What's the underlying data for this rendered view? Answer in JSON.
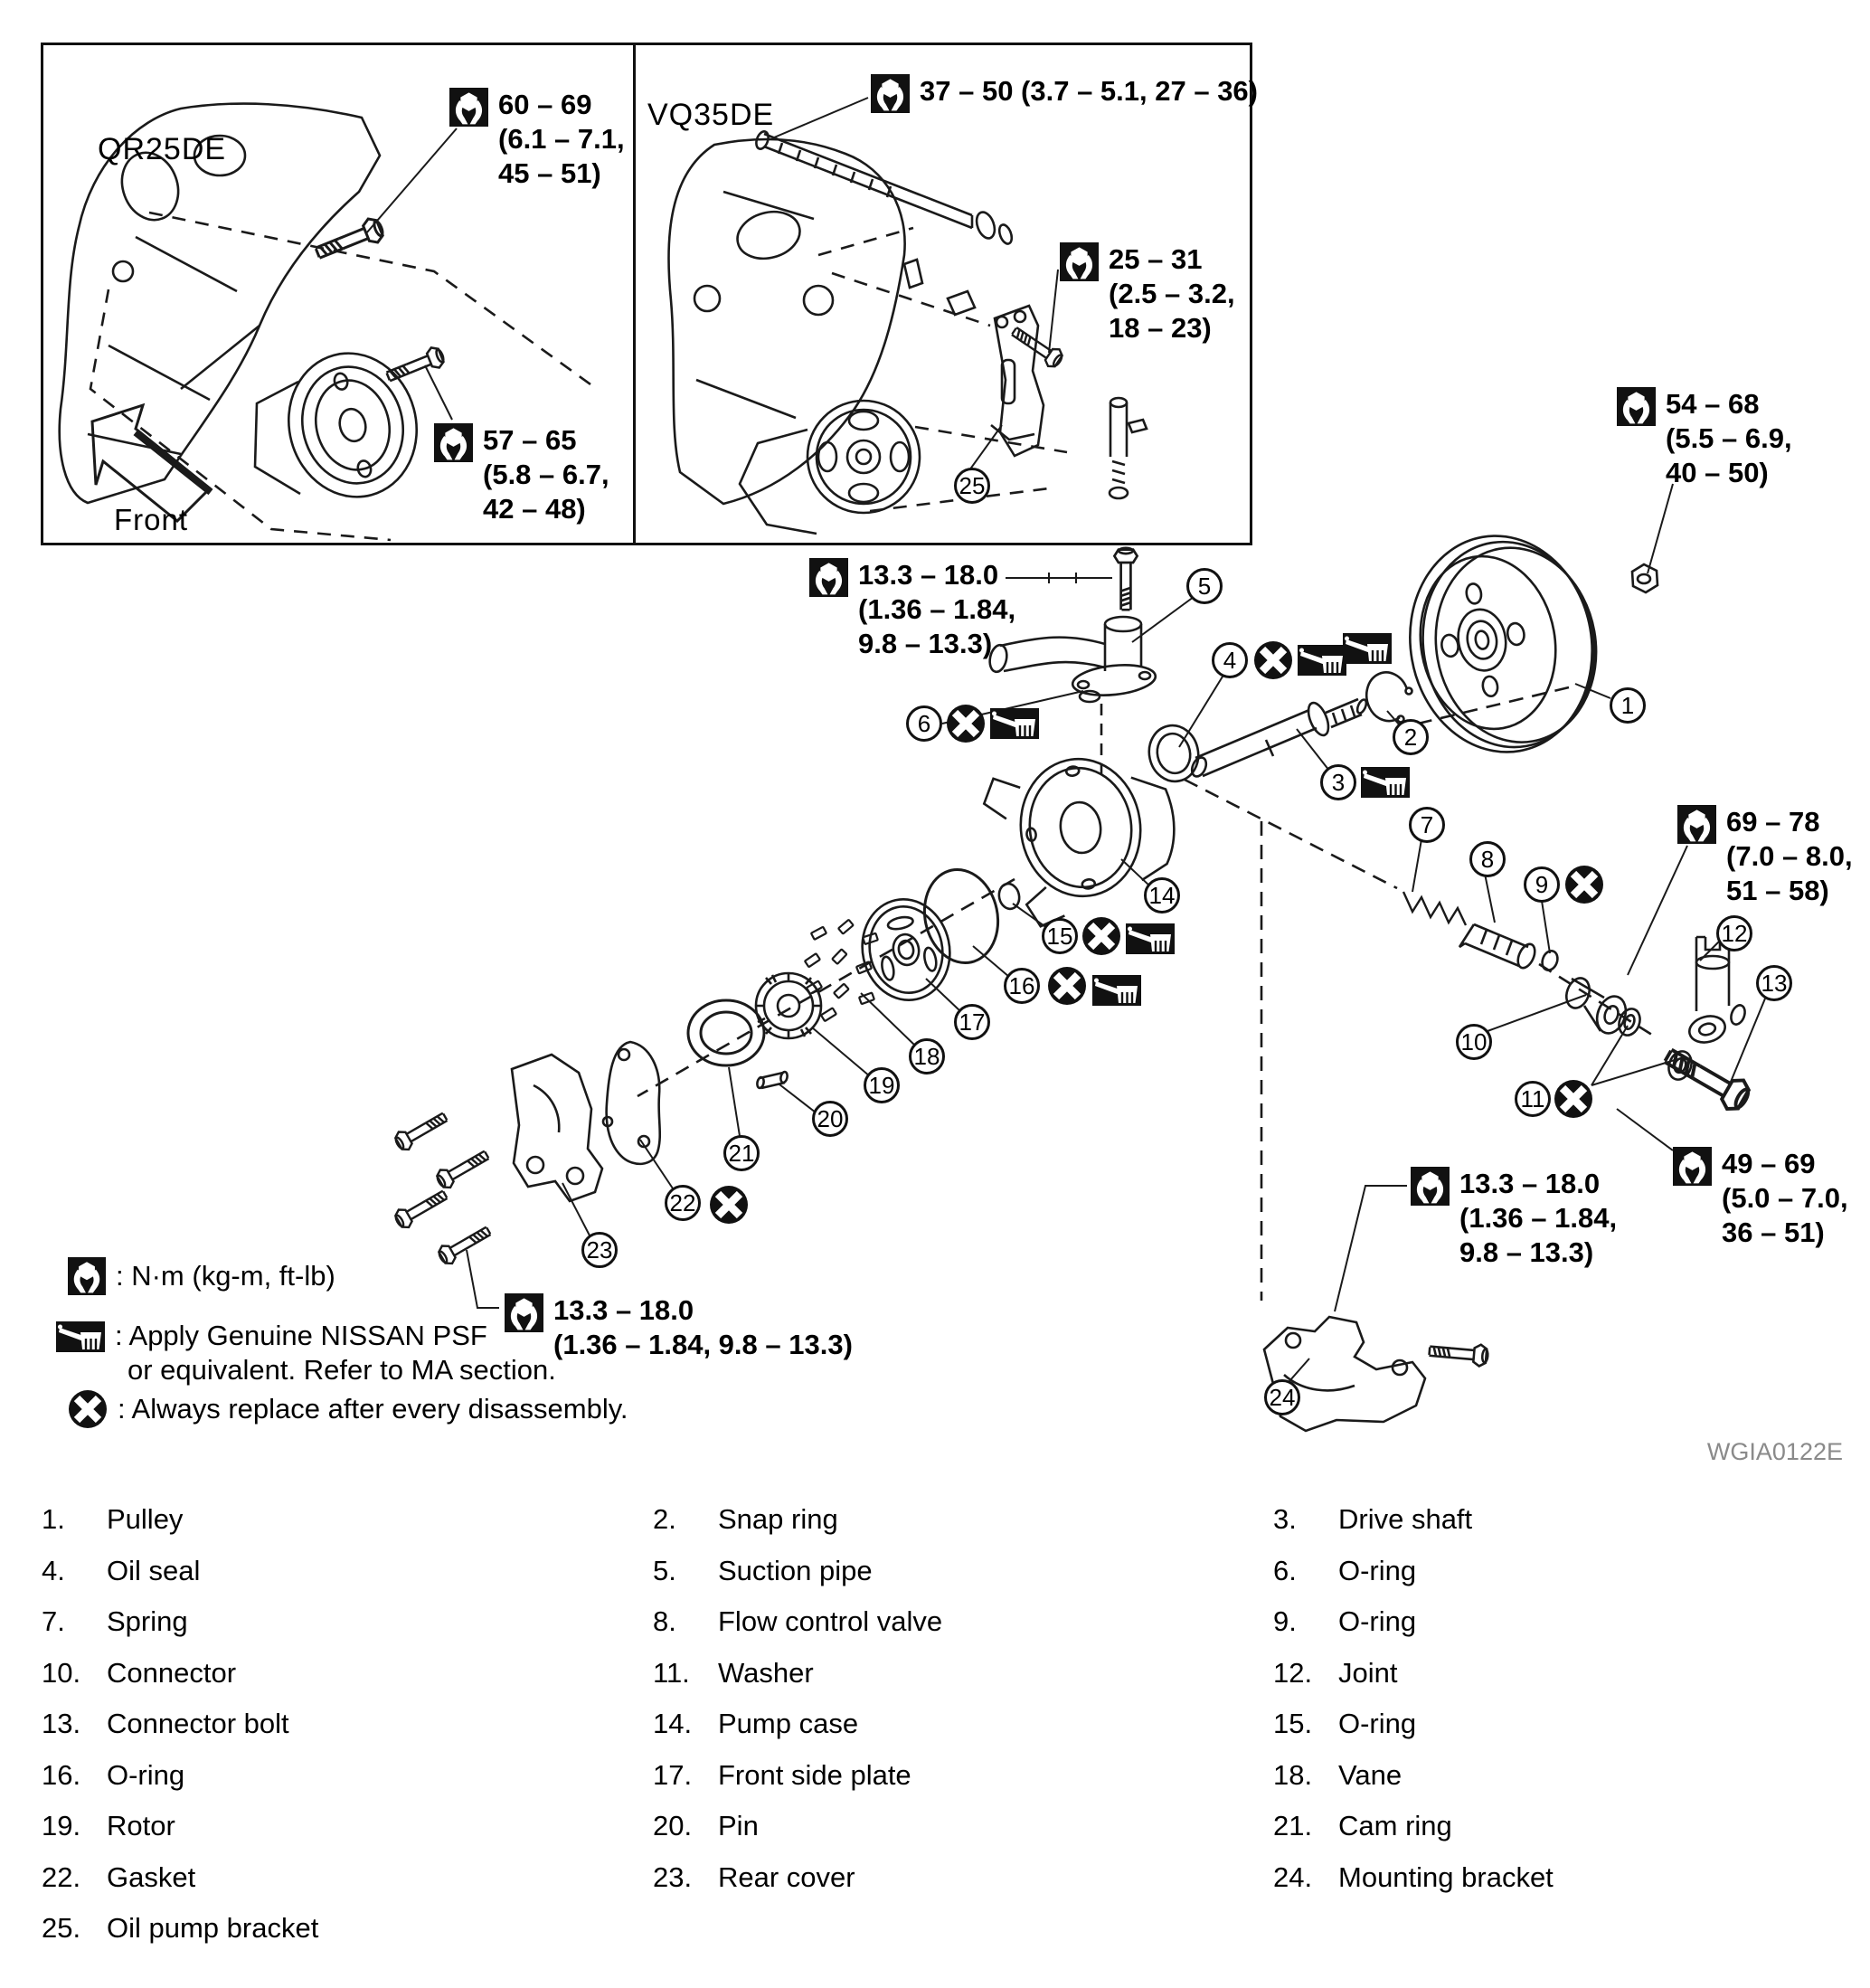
{
  "insets": {
    "left_engine": "QR25DE",
    "right_engine": "VQ35DE",
    "front_label": "Front"
  },
  "figure_code": "WGIA0122E",
  "colors": {
    "line": "#1a1a1a",
    "icon_bg": "#111111",
    "figure_code_gray": "#8a8a8a"
  },
  "torque_specs": {
    "qr25de_bolt_upper": {
      "l1": "60 – 69",
      "l2": "(6.1 – 7.1,",
      "l3": "45 – 51)"
    },
    "qr25de_bolt_lower": {
      "l1": "57 – 65",
      "l2": "(5.8 – 6.7,",
      "l3": "42 – 48)"
    },
    "vq35de_stud": {
      "l1": "37 – 50 (3.7 – 5.1, 27 – 36)"
    },
    "vq35de_bracket_bolt": {
      "l1": "25 – 31",
      "l2": "(2.5 – 3.2,",
      "l3": "18 – 23)"
    },
    "pulley_nut": {
      "l1": "54 – 68",
      "l2": "(5.5 – 6.9,",
      "l3": "40 – 50)"
    },
    "suction_pipe_bolt": {
      "l1": "13.3 – 18.0",
      "l2": "(1.36 – 1.84,",
      "l3": "9.8 – 13.3)"
    },
    "flow_connector": {
      "l1": "69 – 78",
      "l2": "(7.0 – 8.0,",
      "l3": "51 – 58)"
    },
    "connector_bolt": {
      "l1": "49 – 69",
      "l2": "(5.0 – 7.0,",
      "l3": "36 – 51)"
    },
    "mounting_bracket_bolt": {
      "l1": "13.3 – 18.0",
      "l2": "(1.36 – 1.84,",
      "l3": "9.8 – 13.3)"
    },
    "rear_cover_bolt": {
      "l1": "13.3 – 18.0",
      "l2": "(1.36 – 1.84, 9.8 – 13.3)"
    }
  },
  "legend": {
    "torque": ": N·m (kg-m, ft-lb)",
    "psf_line1": ": Apply Genuine NISSAN PSF",
    "psf_line2": "or equivalent. Refer to MA section.",
    "replace": ": Always replace after every disassembly."
  },
  "callouts": [
    "1",
    "2",
    "3",
    "4",
    "5",
    "6",
    "7",
    "8",
    "9",
    "10",
    "11",
    "12",
    "13",
    "14",
    "15",
    "16",
    "17",
    "18",
    "19",
    "20",
    "21",
    "22",
    "23",
    "24",
    "25"
  ],
  "parts": [
    {
      "num": "1.",
      "name": "Pulley"
    },
    {
      "num": "2.",
      "name": "Snap ring"
    },
    {
      "num": "3.",
      "name": "Drive shaft"
    },
    {
      "num": "4.",
      "name": "Oil seal"
    },
    {
      "num": "5.",
      "name": "Suction pipe"
    },
    {
      "num": "6.",
      "name": "O-ring"
    },
    {
      "num": "7.",
      "name": "Spring"
    },
    {
      "num": "8.",
      "name": "Flow control valve"
    },
    {
      "num": "9.",
      "name": "O-ring"
    },
    {
      "num": "10.",
      "name": "Connector"
    },
    {
      "num": "11.",
      "name": "Washer"
    },
    {
      "num": "12.",
      "name": "Joint"
    },
    {
      "num": "13.",
      "name": "Connector bolt"
    },
    {
      "num": "14.",
      "name": "Pump case"
    },
    {
      "num": "15.",
      "name": "O-ring"
    },
    {
      "num": "16.",
      "name": "O-ring"
    },
    {
      "num": "17.",
      "name": "Front side plate"
    },
    {
      "num": "18.",
      "name": "Vane"
    },
    {
      "num": "19.",
      "name": "Rotor"
    },
    {
      "num": "20.",
      "name": "Pin"
    },
    {
      "num": "21.",
      "name": "Cam ring"
    },
    {
      "num": "22.",
      "name": "Gasket"
    },
    {
      "num": "23.",
      "name": "Rear cover"
    },
    {
      "num": "24.",
      "name": "Mounting bracket"
    },
    {
      "num": "25.",
      "name": "Oil pump bracket"
    }
  ]
}
